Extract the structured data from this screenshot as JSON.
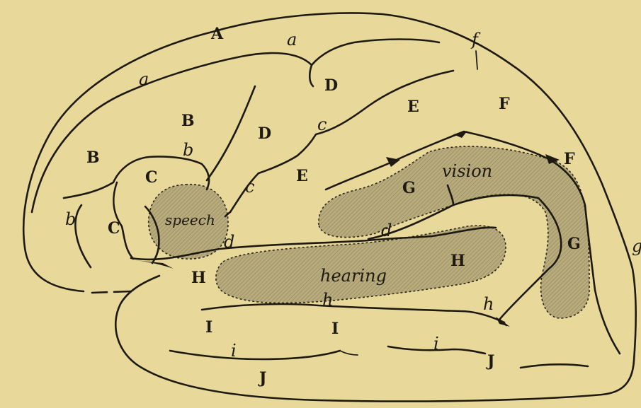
{
  "figure": {
    "background": "#e8d99a",
    "ink": "#1e1a12",
    "zone_fill": "#b8ab7c"
  },
  "regions": {
    "A": "A",
    "B_upper": "B",
    "B_left": "B",
    "C_upper": "C",
    "C_lower": "C",
    "D_upper": "D",
    "D_mid": "D",
    "E_upper": "E",
    "E_lower": "E",
    "F_upper": "F",
    "F_right": "F",
    "G_inner": "G",
    "G_right": "G",
    "H_left": "H",
    "H_inner": "H",
    "I_left": "I",
    "I_mid": "I",
    "J_left": "J",
    "J_right": "J"
  },
  "sulci": {
    "a1": "a",
    "a2": "a",
    "b1": "b",
    "b2": "b",
    "c1": "c",
    "c2": "c",
    "d1": "d",
    "d2": "d",
    "f": "f",
    "g": "g",
    "h1": "h",
    "h2": "h",
    "i1": "i",
    "i2": "i"
  },
  "functional_areas": {
    "speech": "speech",
    "vision": "vision",
    "hearing": "hearing"
  }
}
